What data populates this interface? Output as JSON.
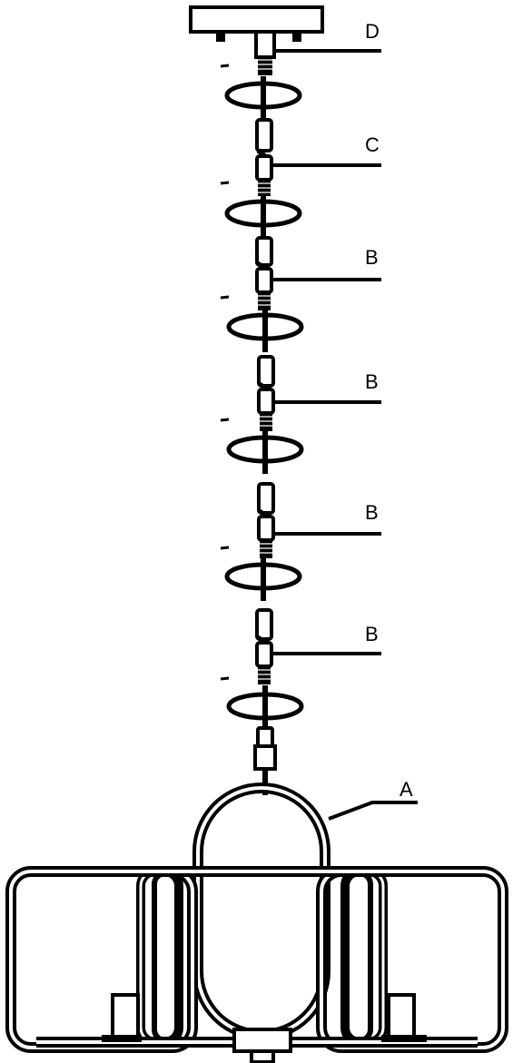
{
  "labels": {
    "d": "D",
    "c": "C",
    "b1": "B",
    "b2": "B",
    "b3": "B",
    "b4": "B",
    "a": "A"
  },
  "colors": {
    "stroke": "#000000",
    "background": "#ffffff"
  }
}
